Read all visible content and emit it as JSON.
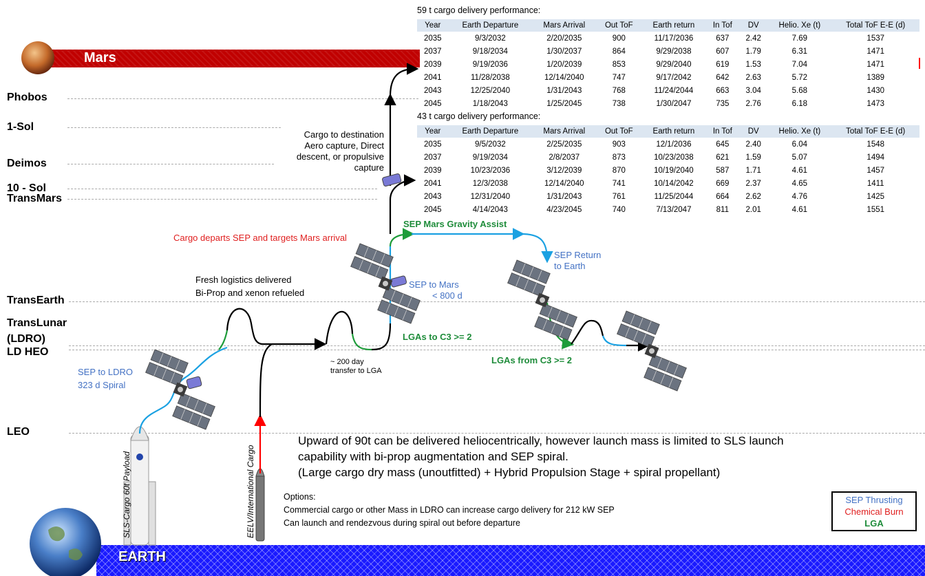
{
  "levels": {
    "mars": "Mars",
    "phobos": "Phobos",
    "sol1": "1-Sol",
    "deimos": "Deimos",
    "sol10": "10 - Sol",
    "transmars": "TransMars",
    "transearth": "TransEarth",
    "translunar": "TransLunar",
    "ldro": "(LDRO)",
    "ldheo": "LD HEO",
    "leo": "LEO",
    "earth": "EARTH"
  },
  "table59": {
    "title": "59 t cargo delivery performance:",
    "headers": [
      "Year",
      "Earth Departure",
      "Mars Arrival",
      "Out ToF",
      "Earth return",
      "In Tof",
      "DV",
      "Helio. Xe (t)",
      "Total ToF E-E (d)"
    ],
    "rows": [
      [
        "2035",
        "9/3/2032",
        "2/20/2035",
        "900",
        "11/17/2036",
        "637",
        "2.42",
        "7.69",
        "1537"
      ],
      [
        "2037",
        "9/18/2034",
        "1/30/2037",
        "864",
        "9/29/2038",
        "607",
        "1.79",
        "6.31",
        "1471"
      ],
      [
        "2039",
        "9/19/2036",
        "1/20/2039",
        "853",
        "9/29/2040",
        "619",
        "1.53",
        "7.04",
        "1471"
      ],
      [
        "2041",
        "11/28/2038",
        "12/14/2040",
        "747",
        "9/17/2042",
        "642",
        "2.63",
        "5.72",
        "1389"
      ],
      [
        "2043",
        "12/25/2040",
        "1/31/2043",
        "768",
        "11/24/2044",
        "663",
        "3.04",
        "5.68",
        "1430"
      ],
      [
        "2045",
        "1/18/2043",
        "1/25/2045",
        "738",
        "1/30/2047",
        "735",
        "2.76",
        "6.18",
        "1473"
      ]
    ]
  },
  "table43": {
    "title": "43 t cargo delivery performance:",
    "headers": [
      "Year",
      "Earth Departure",
      "Mars Arrival",
      "Out ToF",
      "Earth return",
      "In Tof",
      "DV",
      "Helio. Xe (t)",
      "Total ToF E-E (d)"
    ],
    "rows": [
      [
        "2035",
        "9/5/2032",
        "2/25/2035",
        "903",
        "12/1/2036",
        "645",
        "2.40",
        "6.04",
        "1548"
      ],
      [
        "2037",
        "9/19/2034",
        "2/8/2037",
        "873",
        "10/23/2038",
        "621",
        "1.59",
        "5.07",
        "1494"
      ],
      [
        "2039",
        "10/23/2036",
        "3/12/2039",
        "870",
        "10/19/2040",
        "587",
        "1.71",
        "4.61",
        "1457"
      ],
      [
        "2041",
        "12/3/2038",
        "12/14/2040",
        "741",
        "10/14/2042",
        "669",
        "2.37",
        "4.65",
        "1411"
      ],
      [
        "2043",
        "12/31/2040",
        "1/31/2043",
        "761",
        "11/25/2044",
        "664",
        "2.62",
        "4.76",
        "1425"
      ],
      [
        "2045",
        "4/14/2043",
        "4/23/2045",
        "740",
        "7/13/2047",
        "811",
        "2.01",
        "4.61",
        "1551"
      ]
    ]
  },
  "labels": {
    "cargo_dest_1": "Cargo to destination",
    "cargo_dest_2": "Aero capture, Direct",
    "cargo_dest_3": "descent, or propulsive",
    "cargo_dest_4": "capture",
    "cargo_departs": "Cargo departs SEP and targets Mars arrival",
    "gravity_assist": "SEP Mars Gravity Assist",
    "sep_return_1": "SEP Return",
    "sep_return_2": "to Earth",
    "sep_to_mars_1": "SEP to Mars",
    "sep_to_mars_2": "< 800 d",
    "fresh_1": "Fresh logistics delivered",
    "fresh_2": "Bi-Prop and xenon  refueled",
    "lgas_to": "LGAs to C3 >= 2",
    "lgas_from": "LGAs from C3 >= 2",
    "sep_ldro_1": "SEP to LDRO",
    "sep_ldro_2": "323 d Spiral",
    "transfer_1": "~ 200 day",
    "transfer_2": "transfer to LGA",
    "sls_rocket": "SLS-Cargo 60t Payload",
    "eelv_rocket": "EELV/International Cargo"
  },
  "body_text": {
    "line1": "Upward of 90t can be delivered heliocentrically,  however launch  mass is limited to SLS launch",
    "line2": "capability with bi-prop augmentation and SEP spiral.",
    "line3": "(Large cargo dry mass (unoutfitted) + Hybrid Propulsion Stage + spiral propellant)"
  },
  "options": {
    "title": "Options:",
    "line1": "Commercial cargo or other Mass in LDRO can increase cargo delivery for 212  kW SEP",
    "line2": "Can launch and rendezvous  during spiral out before departure"
  },
  "legend": {
    "sep": "SEP Thrusting",
    "chem": "Chemical Burn",
    "lga": "LGA"
  },
  "colors": {
    "sep": "#1ba1e2",
    "chemical": "#ff0000",
    "lga": "#1e9c3a",
    "mars_bar": "#c00000",
    "earth_bar": "#1a1aff"
  }
}
